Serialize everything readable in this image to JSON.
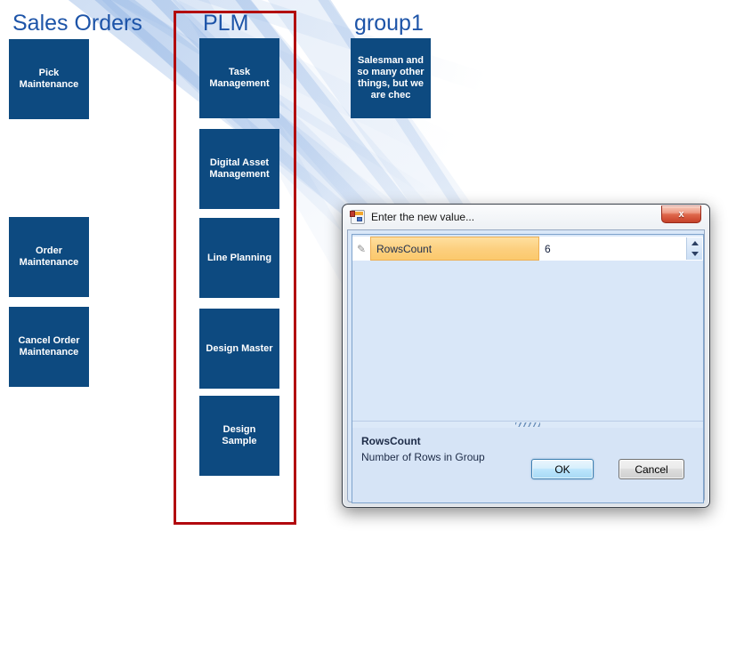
{
  "launcher": {
    "groups": [
      {
        "title": "Sales Orders",
        "tiles": [
          {
            "label": "Pick Maintenance"
          },
          {
            "label": "Order Maintenance"
          },
          {
            "label": "Cancel Order Maintenance"
          }
        ]
      },
      {
        "title": "PLM",
        "highlighted": true,
        "tiles": [
          {
            "label": "Task Management"
          },
          {
            "label": "Digital Asset Management"
          },
          {
            "label": "Line Planning"
          },
          {
            "label": "Design Master"
          },
          {
            "label": "Design Sample"
          }
        ]
      },
      {
        "title": "group1",
        "tiles": [
          {
            "label": "Salesman and so many other things, but we are chec"
          }
        ]
      }
    ],
    "colors": {
      "tile_background": "#0d4a80",
      "group_title_text": "#1d54a8",
      "highlight_border": "#b2090e",
      "background_rays": "#8eb2e3"
    }
  },
  "dialog": {
    "title": "Enter the new value...",
    "icons": {
      "close_glyph": "x",
      "edit_pencil_glyph": "✎"
    },
    "property_row": {
      "name": "RowsCount",
      "value": "6"
    },
    "description": {
      "title": "RowsCount",
      "text": "Number of Rows in Group"
    },
    "buttons": {
      "ok": "OK",
      "cancel": "Cancel"
    }
  }
}
